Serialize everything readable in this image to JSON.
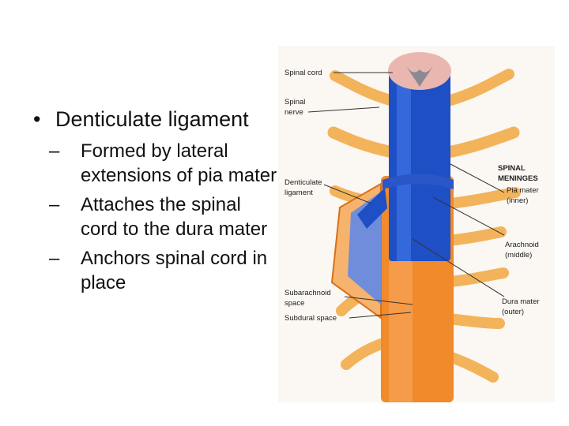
{
  "slide": {
    "bullet_main": "Denticulate ligament",
    "sub_bullets": [
      {
        "text": "Formed by lateral extensions of pia mater"
      },
      {
        "text": "Attaches the spinal cord to the dura mater"
      },
      {
        "text": "Anchors spinal cord in place"
      }
    ]
  },
  "figure": {
    "labels": {
      "spinal_cord": "Spinal cord",
      "spinal_nerve_1": "Spinal",
      "spinal_nerve_2": "nerve",
      "denticulate_1": "Denticulate",
      "denticulate_2": "ligament",
      "meninges_1": "SPINAL",
      "meninges_2": "MENINGES",
      "pia_1": "Pia mater",
      "pia_2": "(inner)",
      "arachnoid_1": "Arachnoid",
      "arachnoid_2": "(middle)",
      "subarachnoid_1": "Subarachnoid",
      "subarachnoid_2": "space",
      "subdural": "Subdural space",
      "dura_1": "Dura mater",
      "dura_2": "(outer)"
    },
    "colors": {
      "dura": "#f08a2a",
      "pia": "#1f4fc4",
      "arachnoid": "#6f8ddb",
      "nerve": "#f3b35a",
      "gray_matter": "#8a8a95",
      "white_matter": "#e9b7b0"
    }
  }
}
